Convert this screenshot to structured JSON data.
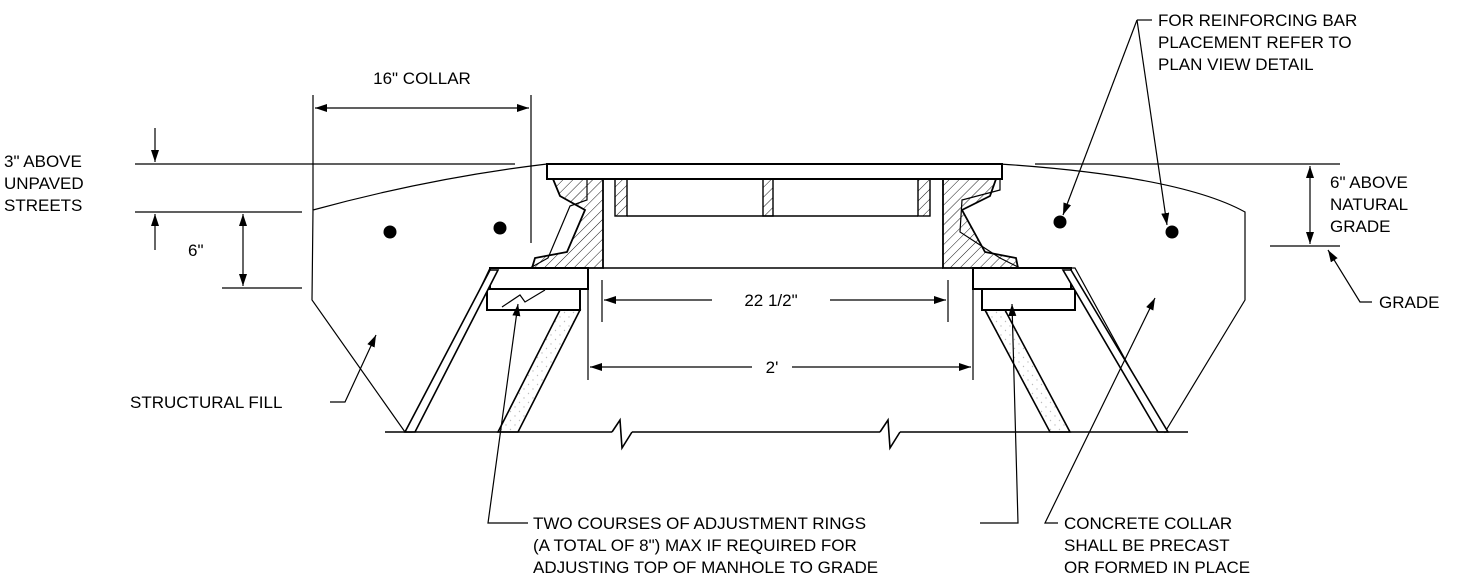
{
  "colors": {
    "line": "#000000",
    "background": "#ffffff",
    "fill_stipple": "#bdbdbd",
    "casting_hatch": "#000000"
  },
  "labels": {
    "collar_width": "16\" COLLAR",
    "above_unpaved": [
      "3\" ABOVE",
      "UNPAVED",
      "STREETS"
    ],
    "thickness": "6\"",
    "above_natural": [
      "6\" ABOVE",
      "NATURAL",
      "GRADE"
    ],
    "grade": "GRADE",
    "rebar_note": [
      "FOR REINFORCING BAR",
      "PLACEMENT REFER TO",
      "PLAN VIEW DETAIL"
    ],
    "clear_opening": "22 1/2\"",
    "ring_width": "2'",
    "structural_fill": "STRUCTURAL FILL",
    "adjustment_rings": [
      "TWO COURSES OF ADJUSTMENT RINGS",
      "(A TOTAL OF 8\") MAX IF REQUIRED FOR",
      "ADJUSTING TOP OF MANHOLE TO GRADE"
    ],
    "concrete_collar": [
      "CONCRETE COLLAR",
      "SHALL BE PRECAST",
      "OR FORMED IN PLACE"
    ]
  }
}
